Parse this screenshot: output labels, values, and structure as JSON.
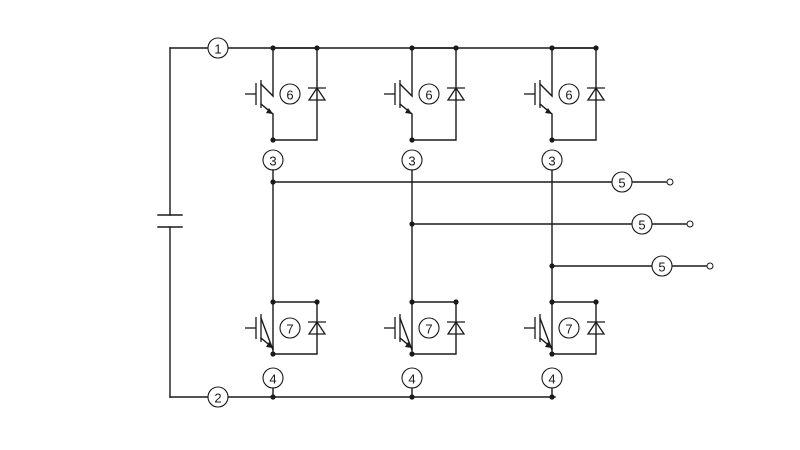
{
  "terminals": {
    "dc_positive": "1",
    "dc_negative": "2",
    "phase_midpoint": "3",
    "low_side_emitter": "4",
    "output": "5",
    "high_side_device": "6",
    "low_side_device": "7"
  },
  "leg_count": 3,
  "icons": {
    "capacitor": "capacitor-icon",
    "transistor": "igbt-icon",
    "diode": "diode-icon",
    "output_terminal": "open-terminal-icon"
  },
  "colors": {
    "line": "#1a1a1a",
    "background": "#ffffff"
  }
}
